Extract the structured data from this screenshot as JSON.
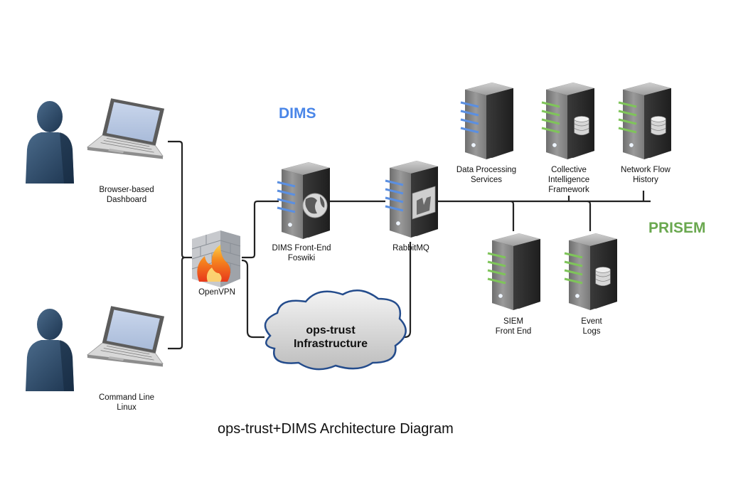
{
  "headings": {
    "dims": "DIMS",
    "prisem": "PRISEM"
  },
  "colors": {
    "dims": "#4a86e8",
    "prisem": "#6aa84f",
    "server_dims_stripe": "#5b8fe0",
    "server_prisem_stripe": "#7fc45a",
    "person": "#2d4a66",
    "line": "#222222"
  },
  "nodes": {
    "browser": {
      "line1": "Browser-based",
      "line2": "Dashboard",
      "icon": "laptop-icon"
    },
    "cli": {
      "line1": "Command Line",
      "line2": "Linux",
      "icon": "laptop-icon"
    },
    "openvpn": {
      "label": "OpenVPN",
      "icon": "firewall-icon"
    },
    "foswiki": {
      "line1": "DIMS Front-End",
      "line2": "Foswiki",
      "icon": "globe-icon"
    },
    "rabbitmq": {
      "label": "RabbitMQ",
      "icon": "rabbitmq-icon"
    },
    "data_processing": {
      "line1": "Data Processing",
      "line2": "Services"
    },
    "cif": {
      "line1": "Collective",
      "line2": "Intelligence",
      "line3": "Framework",
      "icon": "database-icon"
    },
    "netflow": {
      "line1": "Network Flow",
      "line2": "History",
      "icon": "database-icon"
    },
    "siem": {
      "line1": "SIEM",
      "line2": "Front End"
    },
    "eventlogs": {
      "line1": "Event",
      "line2": "Logs",
      "icon": "database-icon"
    }
  },
  "cloud": {
    "line1": "ops-trust",
    "line2": "Infrastructure"
  },
  "caption": "ops-trust+DIMS Architecture Diagram"
}
